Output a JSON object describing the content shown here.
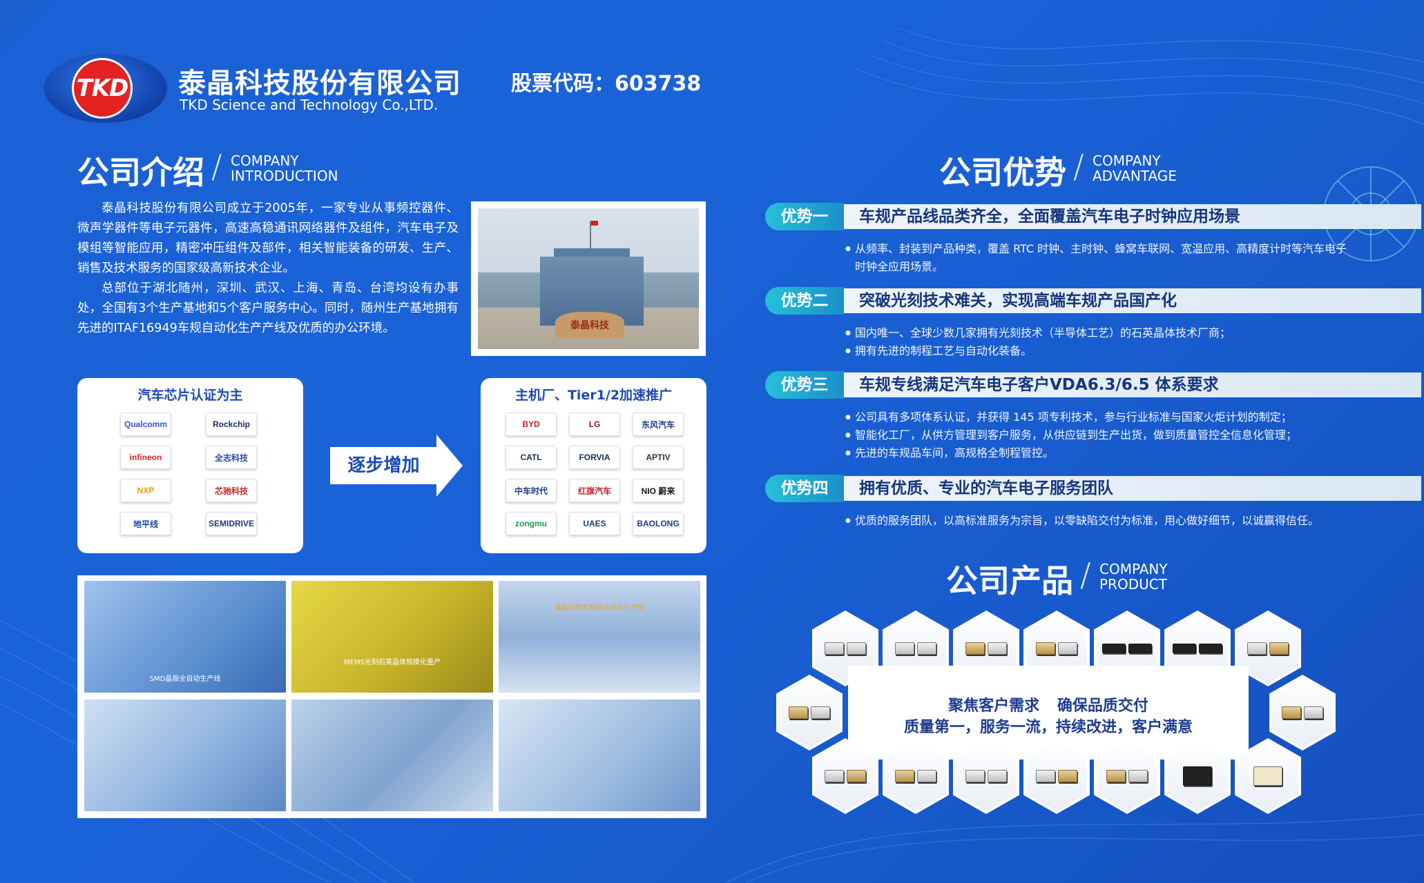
{
  "header": {
    "logo_text": "TKD",
    "company_cn": "泰晶科技股份有限公司",
    "company_en": "TKD Science and Technology Co.,LTD.",
    "stock_code": "股票代码：603738"
  },
  "intro": {
    "title_cn": "公司介绍",
    "title_en_1": "COMPANY",
    "title_en_2": "INTRODUCTION",
    "paragraphs": [
      "泰晶科技股份有限公司成立于2005年，一家专业从事频控器件、微声学器件等电子元器件，高速高稳通讯网络器件及组件，汽车电子及模组等智能应用，精密冲压组件及部件，相关智能装备的研发、生产、销售及技术服务的国家级高新技术企业。",
      "总部位于湖北随州，深圳、武汉、上海、青岛、台湾均设有办事处，全国有3个生产基地和5个客户服务中心。同时，随州生产基地拥有先进的ITAF16949车规自动化生产产线及优质的办公环境。"
    ],
    "building_sign": "泰晶科技"
  },
  "chips_panel": {
    "title": "汽车芯片认证为主",
    "logos": [
      "Qualcomm",
      "Rockchip",
      "infineon",
      "全志科技",
      "NXP",
      "芯驰科技",
      "地平线",
      "SEMIDRIVE"
    ]
  },
  "arrow_label": "逐步增加",
  "oem_panel": {
    "title": "主机厂、Tier1/2加速推广",
    "logos": [
      "BYD",
      "LG",
      "东风汽车",
      "CATL",
      "FORVIA",
      "APTIV",
      "中车时代",
      "红旗汽车",
      "NIO 蔚来",
      "zongmu",
      "UAES",
      "BAOLONG"
    ]
  },
  "factory_photos": {
    "captions": [
      "SMD晶振全自动生产线",
      "MEMS光刻石英晶体规模化量产",
      "泰晶科技车规级全自动生产线"
    ]
  },
  "advantages": {
    "title_cn": "公司优势",
    "title_en_1": "COMPANY",
    "title_en_2": "ADVANTAGE",
    "items": [
      {
        "label": "优势一",
        "title": "车规产品线品类齐全，全面覆盖汽车电子时钟应用场景",
        "bullets": [
          "从频率、封装到产品种类，覆盖 RTC 时钟、主时钟、蜂窝车联网、宽温应用、高精度计时等汽车电子时钟全应用场景。"
        ]
      },
      {
        "label": "优势二",
        "title": "突破光刻技术难关，实现高端车规产品国产化",
        "bullets": [
          "国内唯一、全球少数几家拥有光刻技术（半导体工艺）的石英晶体技术厂商；",
          "拥有先进的制程工艺与自动化装备。"
        ]
      },
      {
        "label": "优势三",
        "title": "车规专线满足汽车电子客户VDA6.3/6.5 体系要求",
        "bullets": [
          "公司具有多项体系认证，并获得 145 项专利技术，参与行业标准与国家火炬计划的制定；",
          "智能化工厂，从供方管理到客户服务，从供应链到生产出货，做到质量管控全信息化管理；",
          "先进的车规品车间，高规格全制程管控。"
        ]
      },
      {
        "label": "优势四",
        "title": "拥有优质、专业的汽车电子服务团队",
        "bullets": [
          "优质的服务团队，以高标准服务为宗旨，以零缺陷交付为标准，用心做好细节，以诚赢得信任。"
        ]
      }
    ]
  },
  "products": {
    "title_cn": "公司产品",
    "title_en_1": "COMPANY",
    "title_en_2": "PRODUCT",
    "slogan_line1": "聚焦客户需求 确保品质交付",
    "slogan_line2": "质量第一，服务一流，持续改进，客户满意"
  },
  "colors": {
    "background": "#1a63d9",
    "logo_red": "#e32222",
    "adv_label": "#27c0d8",
    "adv_title": "#15357d",
    "panel_title": "#1b49b4"
  }
}
